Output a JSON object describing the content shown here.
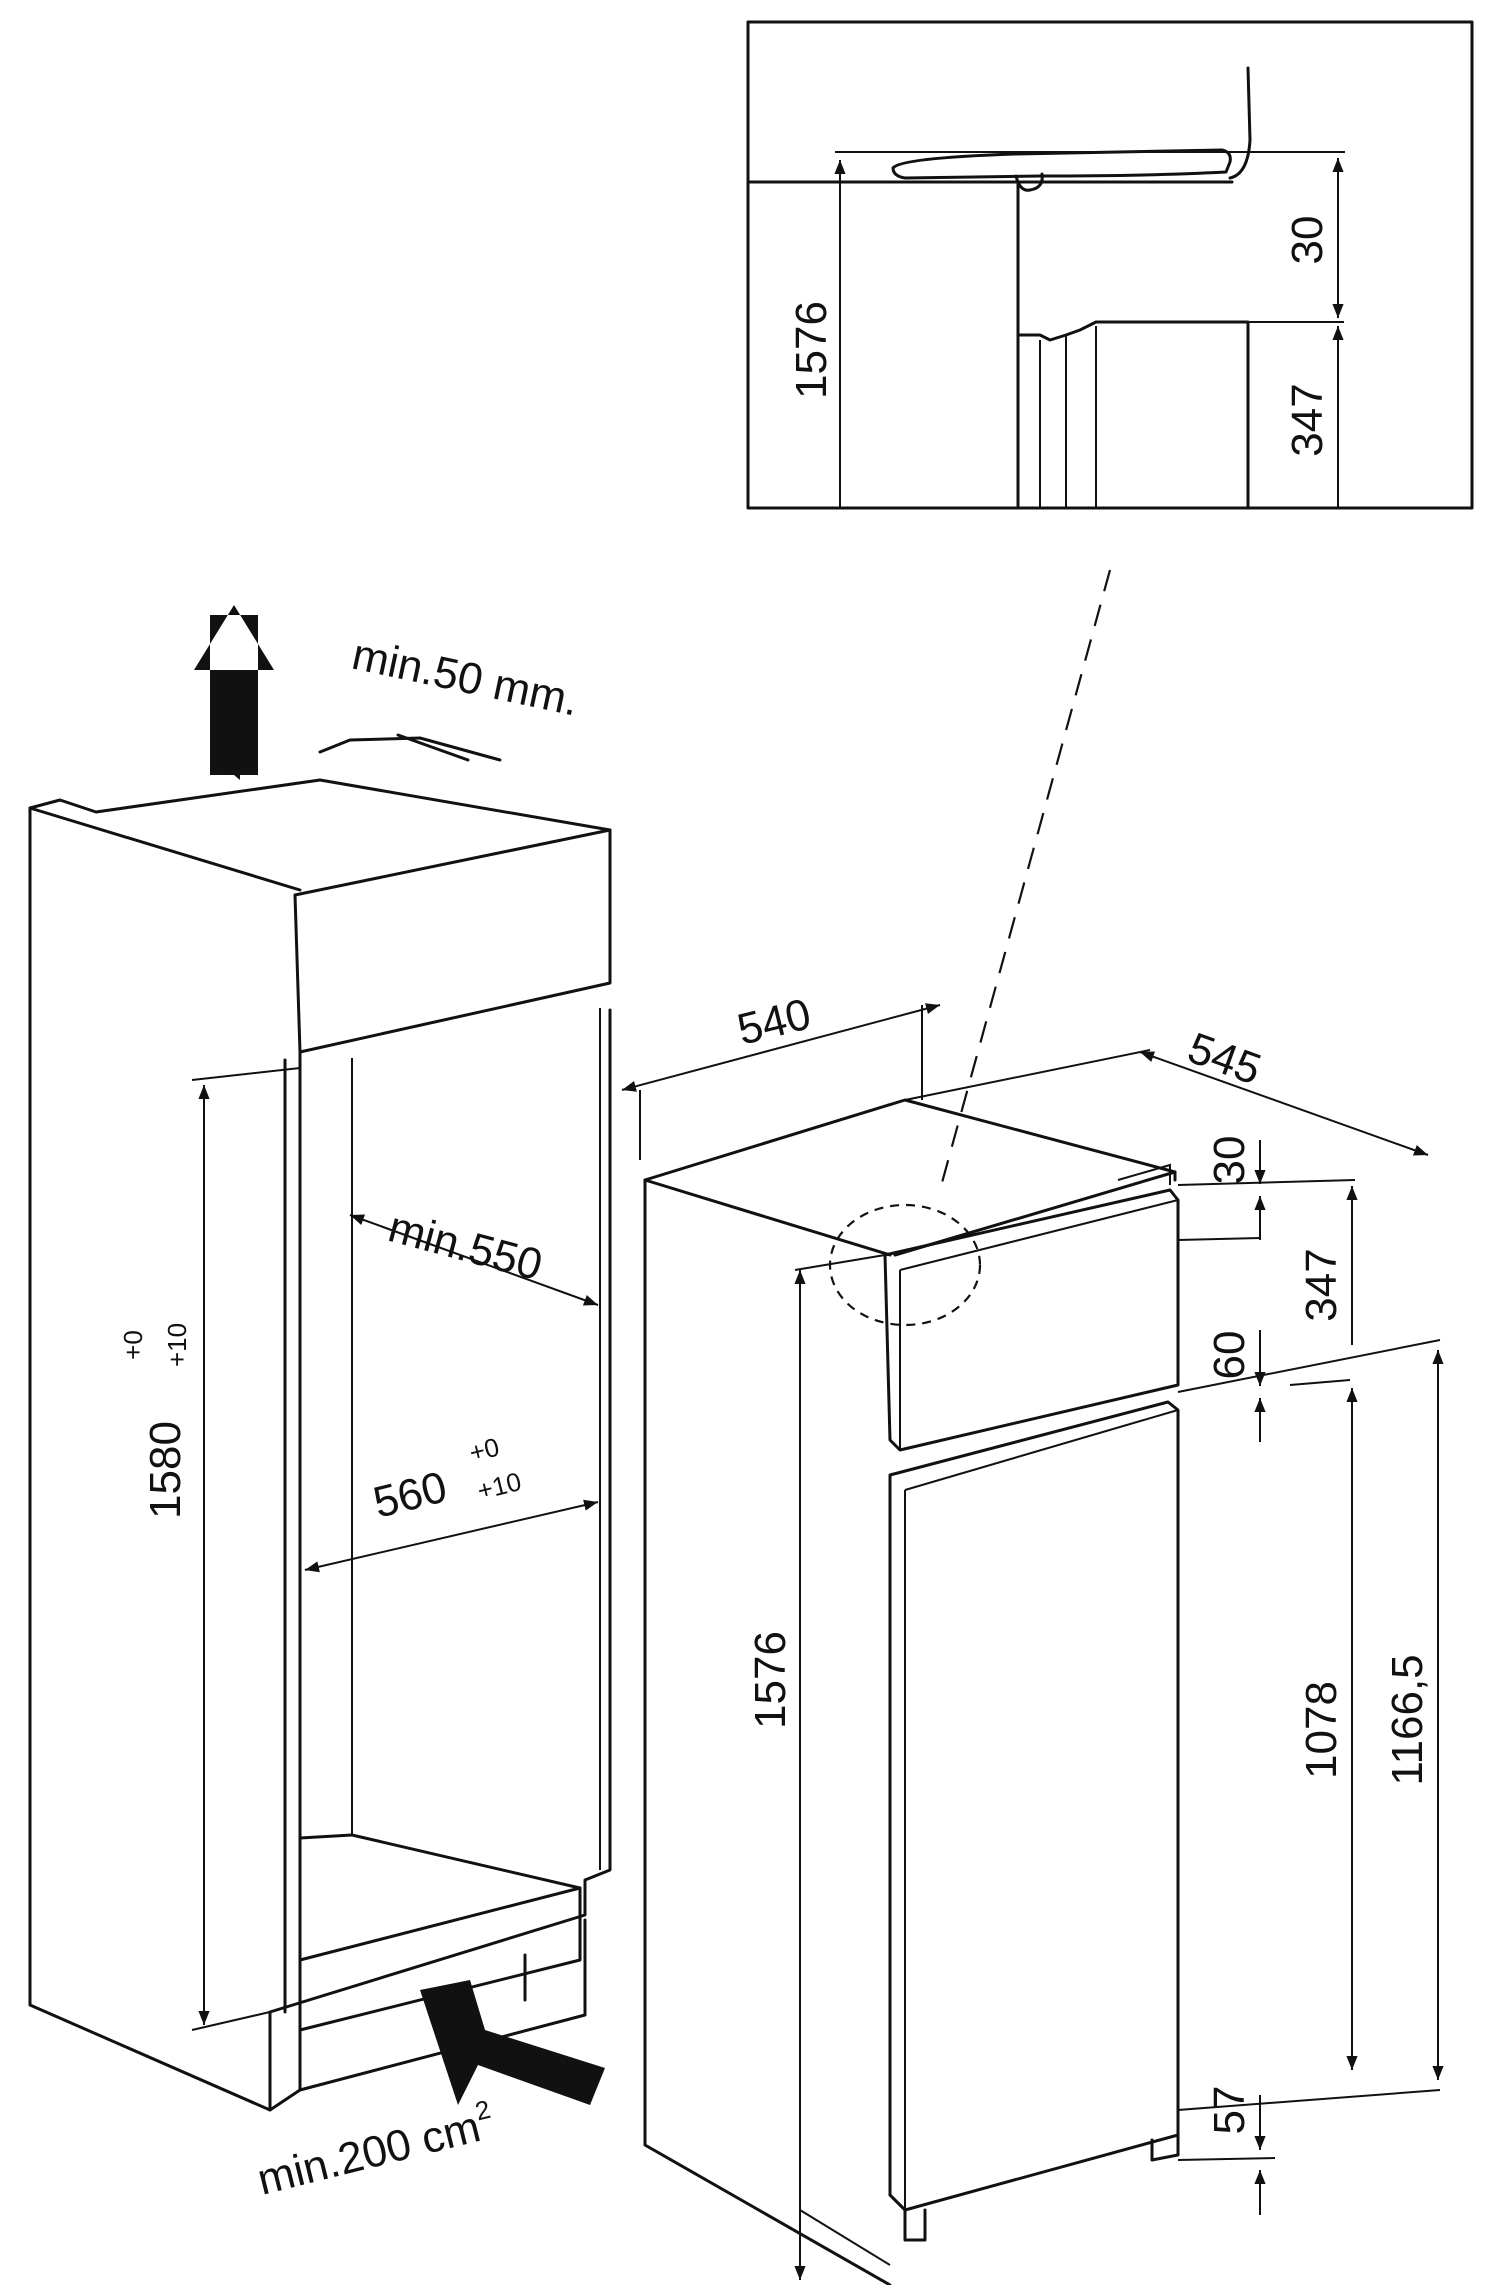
{
  "detail": {
    "height_1576": "1576",
    "gap_30": "30",
    "depth_347": "347"
  },
  "niche": {
    "vent_top": "min.50 mm.",
    "vent_bottom_prefix": "min.200 cm",
    "vent_bottom_sup": "2",
    "depth": "min.550",
    "width": "560",
    "width_tol_top": "+0",
    "width_tol_bottom": "+10",
    "height": "1580",
    "height_tol_top": "+0",
    "height_tol_bottom": "+10"
  },
  "appliance": {
    "width": "540",
    "depth": "545",
    "height": "1576",
    "top_gap": "30",
    "upper_door": "347",
    "gap_60": "60",
    "lower_door": "1078",
    "height_1166": "1166,5",
    "bottom_57": "57"
  }
}
